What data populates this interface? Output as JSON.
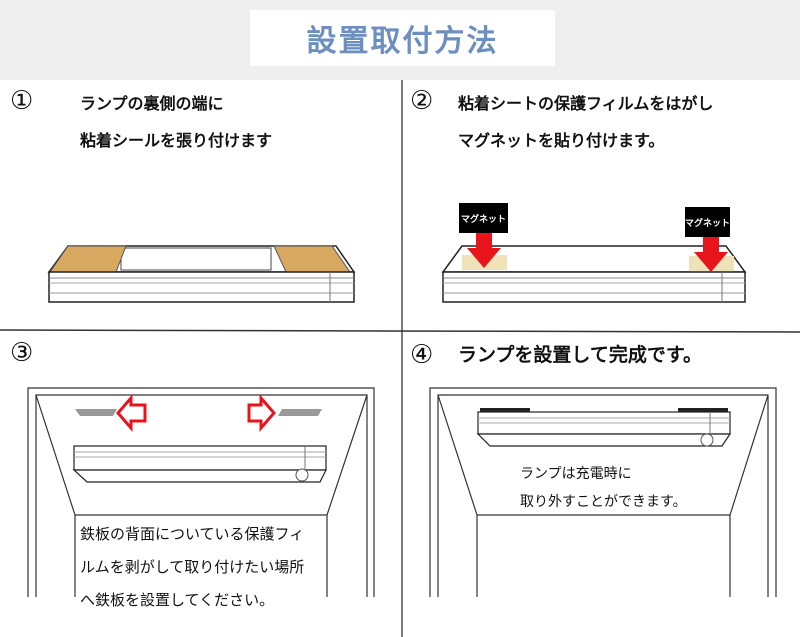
{
  "title": "設置取付方法",
  "steps": [
    {
      "number": "①",
      "lines": [
        "ランプの裏側の端に",
        "粘着シールを張り付けます"
      ]
    },
    {
      "number": "②",
      "lines": [
        "粘着シートの保護フィルムをはがし",
        "マグネットを貼り付けます。"
      ],
      "magnet_labels": [
        "マグネット",
        "マグネット"
      ]
    },
    {
      "number": "③",
      "lines": [
        "鉄板の背面についている保護フィ",
        "ルムを剥がして取り付けたい場所",
        "へ鉄板を設置してください。"
      ]
    },
    {
      "number": "④",
      "lines": [
        "ランプを設置して完成です。"
      ],
      "note": [
        "ランプは充電時に",
        "取り外すことができます。"
      ]
    }
  ],
  "colors": {
    "title": "#6d8fbf",
    "header_bg": "#efefef",
    "adhesive": "#d9a860",
    "magnet": "#f0e2b8",
    "arrow": "#e8141b"
  }
}
